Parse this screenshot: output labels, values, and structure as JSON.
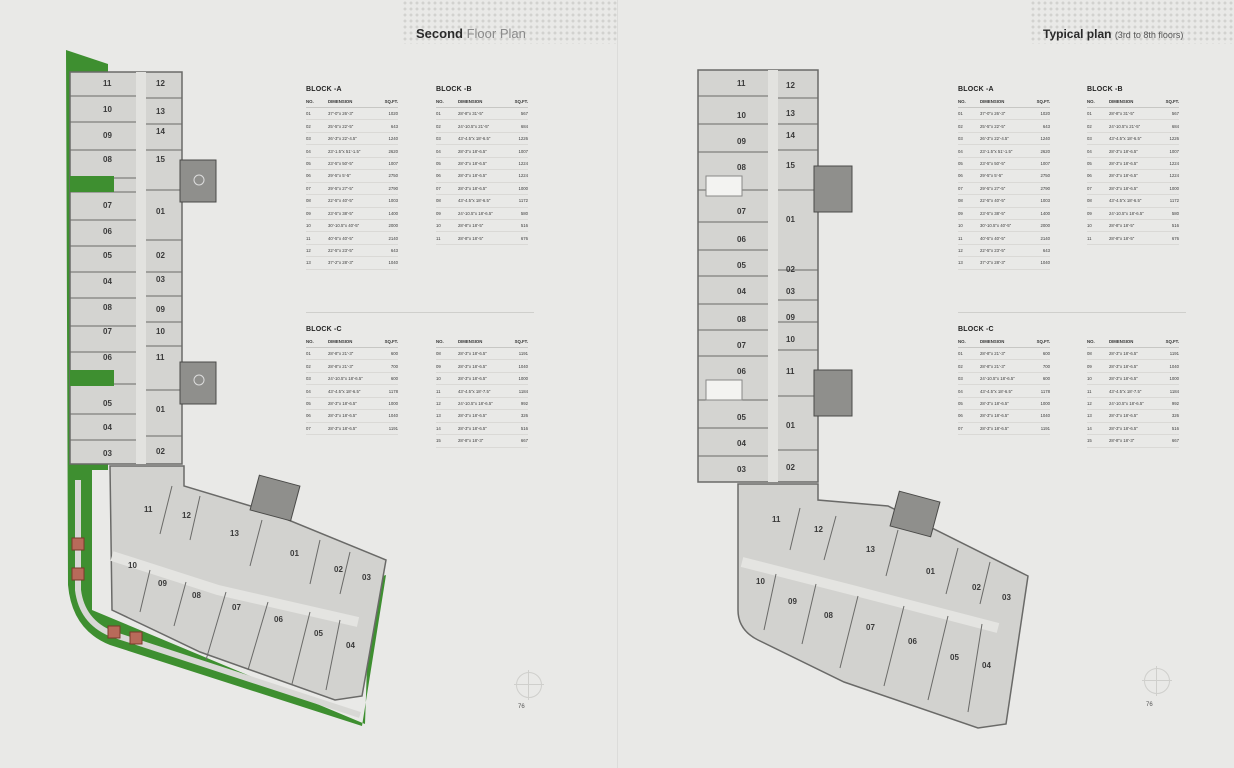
{
  "left_page": {
    "title_bold": "Second",
    "title_light": "Floor Plan",
    "page_number": "76",
    "block_a": {
      "name": "BLOCK -A",
      "headers": [
        "NO.",
        "DIMENSION",
        "SQ.FT."
      ],
      "rows": [
        [
          "01",
          "37'-0\"x 26'-3\"",
          "1020"
        ],
        [
          "02",
          "25'-5\"x 22'-5\"",
          "643"
        ],
        [
          "03",
          "26'-3\"x 22'-4.5\"",
          "1240"
        ],
        [
          "04",
          "23'-1.5\"x 51'-1.5\"",
          "2620"
        ],
        [
          "05",
          "23'-5\"x 50'-5\"",
          "1007"
        ],
        [
          "06",
          "29'-5\"x 5'-5\"",
          "2750"
        ],
        [
          "07",
          "29'-5\"x 27'-5\"",
          "2790"
        ],
        [
          "08",
          "22'-5\"x 40'-5\"",
          "1003"
        ],
        [
          "09",
          "23'-5\"x 38'-5\"",
          "1400"
        ],
        [
          "10",
          "30'-10.5\"x 40'-5\"",
          "2000"
        ],
        [
          "11",
          "40'-5\"x 40'-5\"",
          "2140"
        ],
        [
          "12",
          "22'-5\"x 23'-5\"",
          "643"
        ],
        [
          "13",
          "37'-2\"x 28'-3\"",
          "1040"
        ]
      ]
    },
    "block_b": {
      "name": "BLOCK -B",
      "headers": [
        "NO.",
        "DIMENSION",
        "SQ.FT."
      ],
      "rows": [
        [
          "01",
          "28'-8\"x 31'-5\"",
          "567"
        ],
        [
          "02",
          "24'-10.5\"x 21'-5\"",
          "684"
        ],
        [
          "03",
          "43'-4.5\"x 18'-6.5\"",
          "1226"
        ],
        [
          "04",
          "28'-3\"x 18'-6.5\"",
          "1007"
        ],
        [
          "05",
          "28'-3\"x 18'-6.5\"",
          "1224"
        ],
        [
          "06",
          "28'-3\"x 18'-6.5\"",
          "1224"
        ],
        [
          "07",
          "28'-3\"x 18'-6.5\"",
          "1000"
        ],
        [
          "08",
          "43'-4.5\"x 18'-6.5\"",
          "1172"
        ],
        [
          "09",
          "24'-10.5\"x 18'-6.5\"",
          "580"
        ],
        [
          "10",
          "28'-8\"x 18'-5\"",
          "516"
        ],
        [
          "11",
          "28'-8\"x 18'-5\"",
          "676"
        ]
      ]
    },
    "block_c": {
      "name": "BLOCK -C",
      "headers": [
        "NO.",
        "DIMENSION",
        "SQ.FT."
      ],
      "rows_1": [
        [
          "01",
          "28'-8\"x 21'-3\"",
          "600"
        ],
        [
          "02",
          "28'-8\"x 21'-3\"",
          "700"
        ],
        [
          "03",
          "24'-10.5\"x 18'-6.5\"",
          "600"
        ],
        [
          "04",
          "43'-4.5\"x 18'-6.5\"",
          "1178"
        ],
        [
          "05",
          "28'-3\"x 18'-6.5\"",
          "1000"
        ],
        [
          "06",
          "28'-3\"x 18'-6.5\"",
          "1040"
        ],
        [
          "07",
          "28'-3\"x 18'-6.5\"",
          "1191"
        ]
      ],
      "rows_2": [
        [
          "08",
          "28'-3\"x 18'-6.5\"",
          "1191"
        ],
        [
          "09",
          "28'-3\"x 18'-6.5\"",
          "1040"
        ],
        [
          "10",
          "28'-3\"x 18'-6.5\"",
          "1000"
        ],
        [
          "11",
          "43'-4.5\"x 18'-7.5\"",
          "1184"
        ],
        [
          "12",
          "24'-10.5\"x 18'-6.5\"",
          "992"
        ],
        [
          "13",
          "28'-3\"x 18'-6.5\"",
          "326"
        ],
        [
          "14",
          "28'-3\"x 18'-6.5\"",
          "516"
        ],
        [
          "15",
          "28'-8\"x 18'-3\"",
          "667"
        ]
      ]
    }
  },
  "right_page": {
    "title_bold": "Typical plan",
    "title_small": "(3rd to 8th floors)",
    "page_number": "76",
    "block_a": {
      "name": "BLOCK -A",
      "headers": [
        "NO.",
        "DIMENSION",
        "SQ.FT."
      ],
      "rows": [
        [
          "01",
          "37'-0\"x 26'-3\"",
          "1020"
        ],
        [
          "02",
          "25'-5\"x 22'-5\"",
          "643"
        ],
        [
          "03",
          "26'-3\"x 22'-4.5\"",
          "1240"
        ],
        [
          "04",
          "23'-1.5\"x 51'-1.5\"",
          "2620"
        ],
        [
          "05",
          "23'-5\"x 50'-5\"",
          "1007"
        ],
        [
          "06",
          "29'-5\"x 5'-5\"",
          "2750"
        ],
        [
          "07",
          "29'-5\"x 27'-5\"",
          "2790"
        ],
        [
          "08",
          "22'-5\"x 40'-5\"",
          "1003"
        ],
        [
          "09",
          "23'-5\"x 38'-5\"",
          "1400"
        ],
        [
          "10",
          "30'-10.5\"x 40'-5\"",
          "2000"
        ],
        [
          "11",
          "40'-5\"x 40'-5\"",
          "2140"
        ],
        [
          "12",
          "22'-5\"x 23'-5\"",
          "643"
        ],
        [
          "13",
          "37'-2\"x 28'-3\"",
          "1040"
        ]
      ]
    },
    "block_b": {
      "name": "BLOCK -B",
      "headers": [
        "NO.",
        "DIMENSION",
        "SQ.FT."
      ],
      "rows": [
        [
          "01",
          "28'-8\"x 31'-5\"",
          "567"
        ],
        [
          "02",
          "24'-10.5\"x 21'-5\"",
          "684"
        ],
        [
          "03",
          "43'-4.5\"x 18'-6.5\"",
          "1226"
        ],
        [
          "04",
          "28'-3\"x 18'-6.5\"",
          "1007"
        ],
        [
          "05",
          "28'-3\"x 18'-6.5\"",
          "1224"
        ],
        [
          "06",
          "28'-3\"x 18'-6.5\"",
          "1224"
        ],
        [
          "07",
          "28'-3\"x 18'-6.5\"",
          "1000"
        ],
        [
          "08",
          "43'-4.5\"x 18'-6.5\"",
          "1172"
        ],
        [
          "09",
          "24'-10.5\"x 18'-6.5\"",
          "580"
        ],
        [
          "10",
          "28'-8\"x 18'-5\"",
          "516"
        ],
        [
          "11",
          "28'-8\"x 18'-5\"",
          "676"
        ]
      ]
    },
    "block_c": {
      "name": "BLOCK -C",
      "headers": [
        "NO.",
        "DIMENSION",
        "SQ.FT."
      ],
      "rows_1": [
        [
          "01",
          "28'-8\"x 21'-3\"",
          "600"
        ],
        [
          "02",
          "28'-8\"x 21'-3\"",
          "700"
        ],
        [
          "03",
          "24'-10.5\"x 18'-6.5\"",
          "600"
        ],
        [
          "04",
          "43'-4.5\"x 18'-6.5\"",
          "1178"
        ],
        [
          "05",
          "28'-3\"x 18'-6.5\"",
          "1000"
        ],
        [
          "06",
          "28'-3\"x 18'-6.5\"",
          "1040"
        ],
        [
          "07",
          "28'-3\"x 18'-6.5\"",
          "1191"
        ]
      ],
      "rows_2": [
        [
          "08",
          "28'-3\"x 18'-6.5\"",
          "1191"
        ],
        [
          "09",
          "28'-3\"x 18'-6.5\"",
          "1040"
        ],
        [
          "10",
          "28'-3\"x 18'-6.5\"",
          "1000"
        ],
        [
          "11",
          "43'-4.5\"x 18'-7.5\"",
          "1184"
        ],
        [
          "12",
          "24'-10.5\"x 18'-6.5\"",
          "992"
        ],
        [
          "13",
          "28'-3\"x 18'-6.5\"",
          "326"
        ],
        [
          "14",
          "28'-3\"x 18'-6.5\"",
          "516"
        ],
        [
          "15",
          "28'-8\"x 18'-3\"",
          "667"
        ]
      ]
    }
  },
  "plan_labels": {
    "block_a": [
      "11",
      "10",
      "09",
      "08",
      "07",
      "06",
      "05",
      "04",
      "08",
      "07",
      "06",
      "05",
      "04",
      "03"
    ],
    "block_b": [
      "12",
      "13",
      "14",
      "15",
      "01",
      "02",
      "03",
      "09",
      "10",
      "11",
      "01",
      "02"
    ],
    "block_c": [
      "11",
      "12",
      "13",
      "01",
      "02",
      "03",
      "10",
      "09",
      "08",
      "07",
      "06",
      "05",
      "04"
    ]
  },
  "colors": {
    "page_bg": "#e9e9e7",
    "landscape_green": "#3e8f30",
    "unit_fill": "#cfcfcc",
    "core_fill": "#8f8f8c",
    "wall": "#6a6a68"
  },
  "icons": [
    "compass-rose-icon"
  ]
}
